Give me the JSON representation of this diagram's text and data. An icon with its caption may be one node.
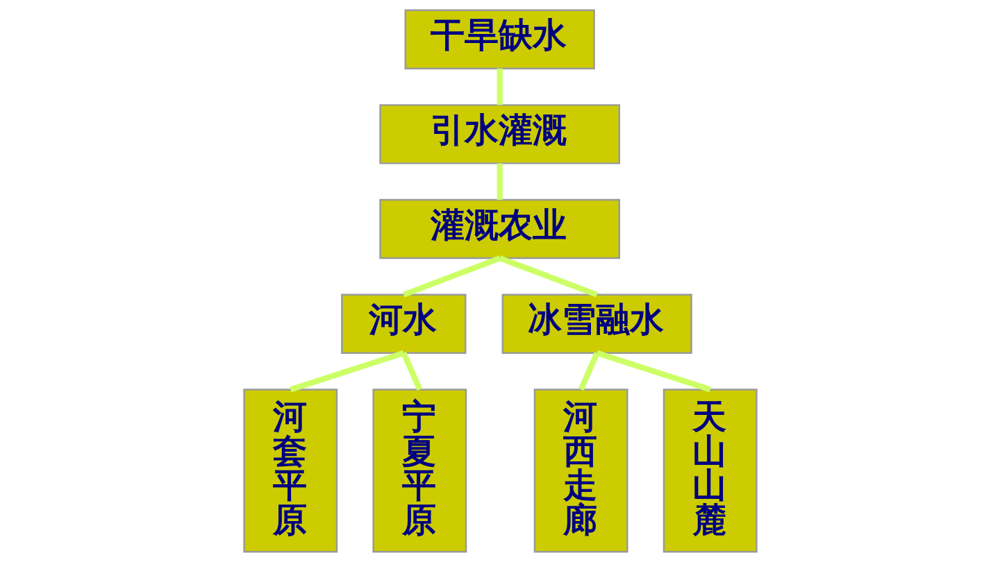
{
  "diagram": {
    "nodes": [
      {
        "text": [
          "干旱缺水"
        ]
      },
      {
        "text": [
          "引水灌溉"
        ]
      },
      {
        "text": [
          "灌溉农业"
        ]
      },
      {
        "text": [
          "河水"
        ]
      },
      {
        "text": [
          "冰雪融水"
        ]
      },
      {
        "text": [
          "河套平原"
        ]
      },
      {
        "text": [
          "宁夏平原"
        ]
      },
      {
        "text": [
          "河西走廊"
        ]
      },
      {
        "text": [
          "天山山麓"
        ]
      }
    ],
    "edges": [
      {
        "from": 0,
        "to": 1,
        "arrow": "none"
      },
      {
        "from": 1,
        "to": 2,
        "arrow": "none"
      },
      {
        "from": 2,
        "to": 3,
        "arrow": "none"
      },
      {
        "from": 2,
        "to": 4,
        "arrow": "none"
      },
      {
        "from": 3,
        "to": 5,
        "arrow": "none"
      },
      {
        "from": 3,
        "to": 6,
        "arrow": "none"
      },
      {
        "from": 4,
        "to": 7,
        "arrow": "none"
      },
      {
        "from": 4,
        "to": 8,
        "arrow": "none"
      }
    ]
  }
}
